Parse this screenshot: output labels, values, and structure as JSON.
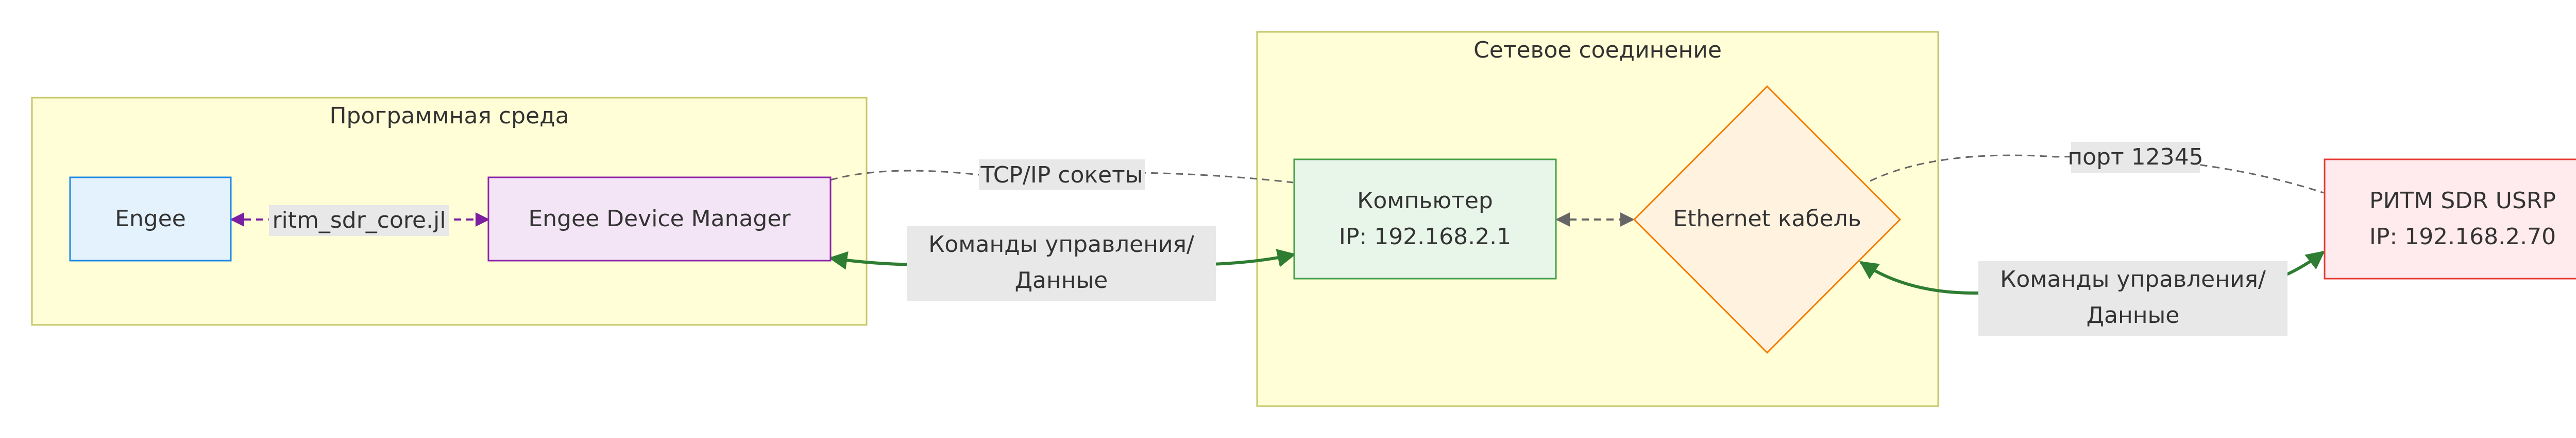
{
  "colors": {
    "group_fill": "#fffed6",
    "group_stroke": "#c7c76a",
    "label_bg": "#e8e8e8",
    "dashed_edge": "#666666",
    "solid_edge": "#2e7d32",
    "purple_edge": "#7b1fa2"
  },
  "groups": {
    "software": {
      "title": "Программная среда"
    },
    "network": {
      "title": "Сетевое соединение"
    }
  },
  "nodes": {
    "engee": {
      "label": "Engee",
      "fill": "#e3f2fd",
      "stroke": "#1e88e5"
    },
    "device_manager": {
      "label": "Engee Device Manager",
      "fill": "#f3e5f5",
      "stroke": "#8e24aa"
    },
    "computer": {
      "line1": "Компьютер",
      "line2": "IP: 192.168.2.1",
      "fill": "#e8f5e9",
      "stroke": "#43a047"
    },
    "ethernet": {
      "label": "Ethernet кабель",
      "fill": "#fff3e0",
      "stroke": "#f57c00"
    },
    "sdr": {
      "line1": "РИТМ SDR USRP",
      "line2": "IP: 192.168.2.70",
      "fill": "#ffebee",
      "stroke": "#e53935"
    }
  },
  "edges": {
    "ritm_core": {
      "label": "ritm_sdr_core.jl"
    },
    "tcp": {
      "label": "TCP/IP сокеты"
    },
    "control_left": {
      "line1": "Команды управления/",
      "line2": "Данные"
    },
    "port": {
      "label": "порт 12345"
    },
    "control_right": {
      "line1": "Команды управления/",
      "line2": "Данные"
    }
  }
}
